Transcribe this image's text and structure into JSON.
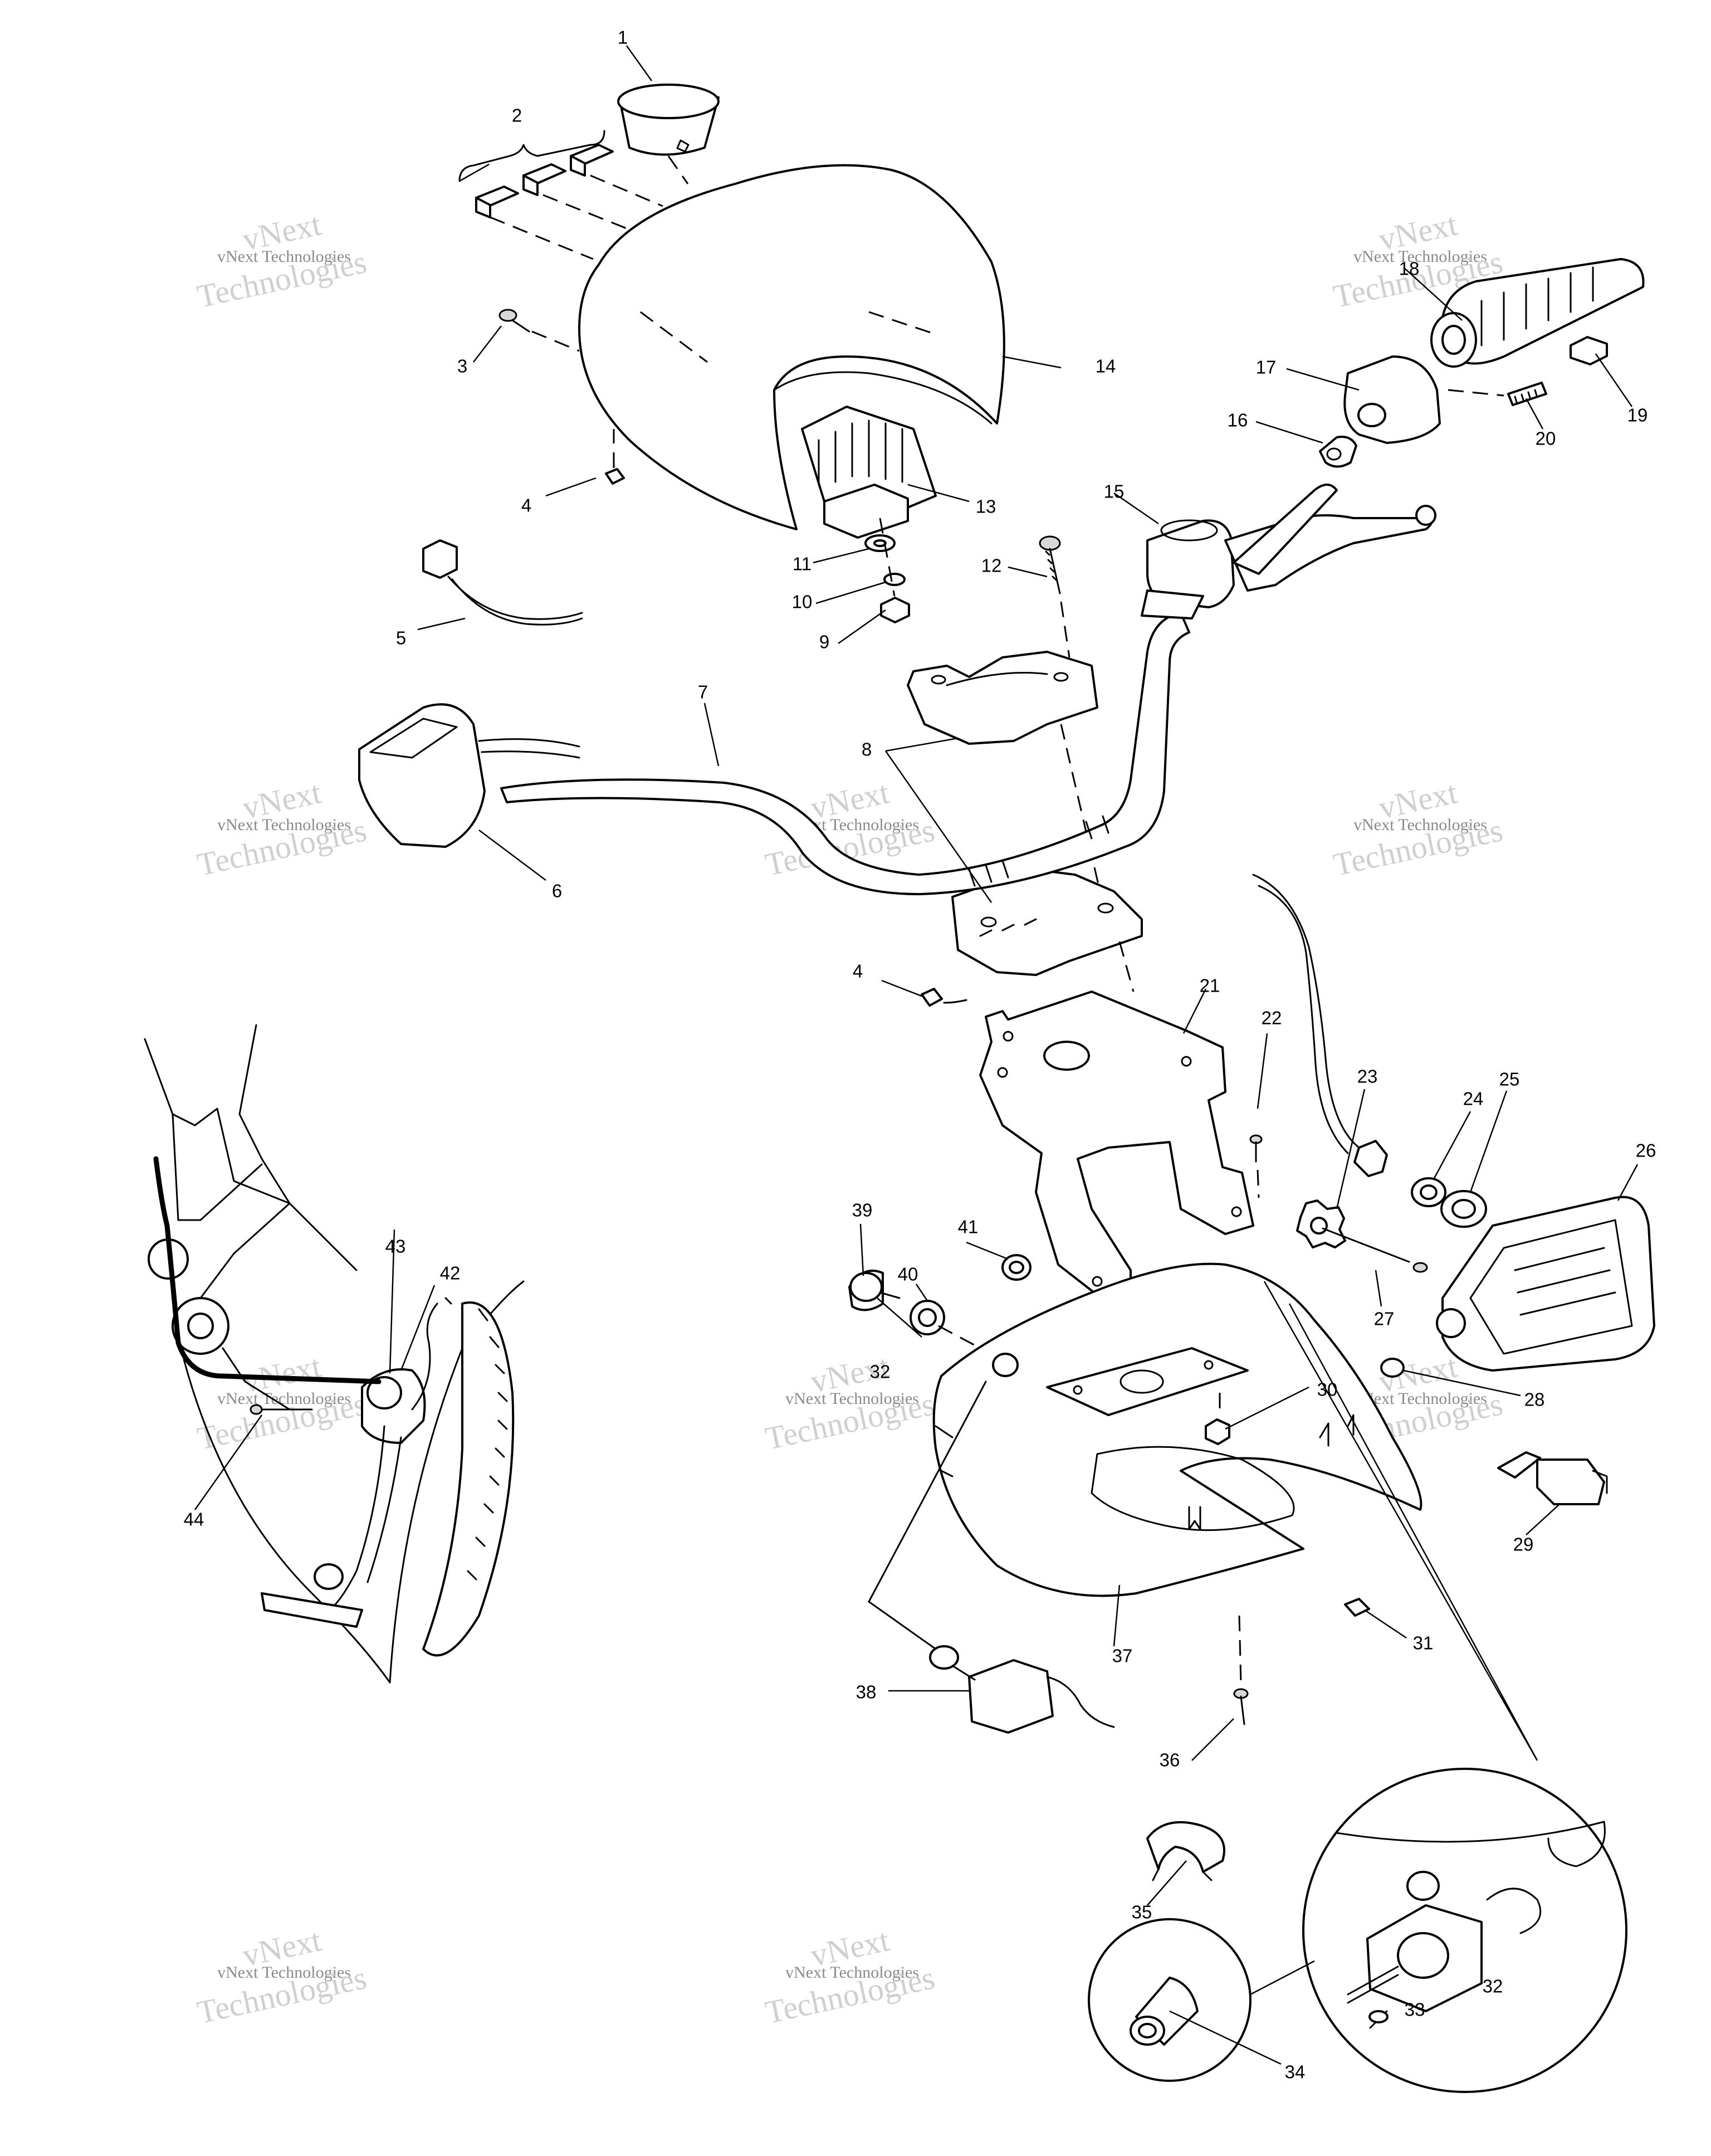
{
  "diagram": {
    "watermark": {
      "line1": "vNext",
      "line2": "vNext Technologies",
      "line3": "Technologies"
    },
    "callouts": [
      {
        "id": "c1",
        "text": "1"
      },
      {
        "id": "c2",
        "text": "2"
      },
      {
        "id": "c3",
        "text": "3"
      },
      {
        "id": "c4a",
        "text": "4"
      },
      {
        "id": "c5",
        "text": "5"
      },
      {
        "id": "c6",
        "text": "6"
      },
      {
        "id": "c7",
        "text": "7"
      },
      {
        "id": "c8",
        "text": "8"
      },
      {
        "id": "c9",
        "text": "9"
      },
      {
        "id": "c10",
        "text": "10"
      },
      {
        "id": "c11",
        "text": "11"
      },
      {
        "id": "c12",
        "text": "12"
      },
      {
        "id": "c13",
        "text": "13"
      },
      {
        "id": "c14",
        "text": "14"
      },
      {
        "id": "c15",
        "text": "15"
      },
      {
        "id": "c16",
        "text": "16"
      },
      {
        "id": "c17",
        "text": "17"
      },
      {
        "id": "c18",
        "text": "18"
      },
      {
        "id": "c19",
        "text": "19"
      },
      {
        "id": "c20",
        "text": "20"
      },
      {
        "id": "c4b",
        "text": "4"
      },
      {
        "id": "c21",
        "text": "21"
      },
      {
        "id": "c22",
        "text": "22"
      },
      {
        "id": "c23",
        "text": "23"
      },
      {
        "id": "c24",
        "text": "24"
      },
      {
        "id": "c25",
        "text": "25"
      },
      {
        "id": "c26",
        "text": "26"
      },
      {
        "id": "c27",
        "text": "27"
      },
      {
        "id": "c28",
        "text": "28"
      },
      {
        "id": "c29",
        "text": "29"
      },
      {
        "id": "c30",
        "text": "30"
      },
      {
        "id": "c31",
        "text": "31"
      },
      {
        "id": "c32a",
        "text": "32"
      },
      {
        "id": "c32b",
        "text": "32"
      },
      {
        "id": "c33",
        "text": "33"
      },
      {
        "id": "c34",
        "text": "34"
      },
      {
        "id": "c35",
        "text": "35"
      },
      {
        "id": "c36",
        "text": "36"
      },
      {
        "id": "c37",
        "text": "37"
      },
      {
        "id": "c38",
        "text": "38"
      },
      {
        "id": "c39",
        "text": "39"
      },
      {
        "id": "c40",
        "text": "40"
      },
      {
        "id": "c41",
        "text": "41"
      },
      {
        "id": "c42",
        "text": "42"
      },
      {
        "id": "c43",
        "text": "43"
      },
      {
        "id": "c44",
        "text": "44"
      }
    ]
  }
}
